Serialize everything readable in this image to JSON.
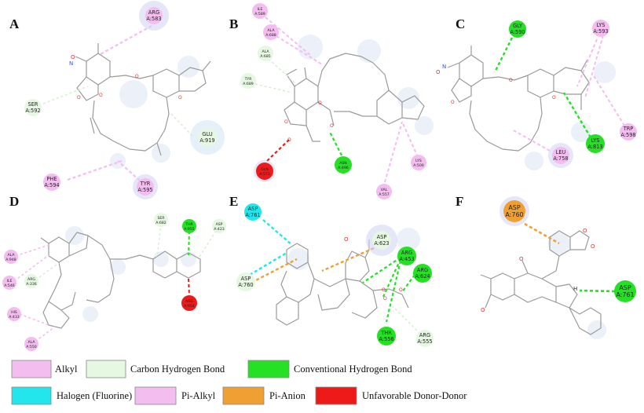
{
  "panels": [
    {
      "id": "A",
      "label": "A"
    },
    {
      "id": "B",
      "label": "B"
    },
    {
      "id": "C",
      "label": "C"
    },
    {
      "id": "D",
      "label": "D"
    },
    {
      "id": "E",
      "label": "E"
    },
    {
      "id": "F",
      "label": "F"
    }
  ],
  "colors": {
    "alkyl": "#f4bdf0",
    "carbon_hydrogen_bond": "#e6f7e2",
    "conventional_hydrogen_bond": "#26e026",
    "halogen_fluorine": "#22e6ec",
    "pi_alkyl": "#f4bdf0",
    "pi_anion": "#f0a033",
    "unfavorable_donor_donor": "#ee1a1a"
  },
  "residues": {
    "A": [
      {
        "name": "ARG",
        "num": "A:583",
        "type": "alkyl"
      },
      {
        "name": "SER",
        "num": "A:592",
        "type": "carbon_hydrogen_bond"
      },
      {
        "name": "GLU",
        "num": "A:919",
        "type": "carbon_hydrogen_bond"
      },
      {
        "name": "PHE",
        "num": "A:594",
        "type": "pi_alkyl"
      },
      {
        "name": "TYR",
        "num": "A:595",
        "type": "pi_alkyl"
      }
    ],
    "B": [
      {
        "name": "ILE",
        "num": "A:589",
        "type": "alkyl"
      },
      {
        "name": "ALA",
        "num": "A:688",
        "type": "alkyl"
      },
      {
        "name": "ALA",
        "num": "A:685",
        "type": "carbon_hydrogen_bond"
      },
      {
        "name": "TYR",
        "num": "A:689",
        "type": "carbon_hydrogen_bond"
      },
      {
        "name": "GLN",
        "num": "A:573",
        "type": "unfavorable_donor_donor"
      },
      {
        "name": "ASN",
        "num": "A:496",
        "type": "conventional_hydrogen_bond"
      },
      {
        "name": "LYS",
        "num": "A:500",
        "type": "alkyl"
      },
      {
        "name": "VAL",
        "num": "A:557",
        "type": "alkyl"
      }
    ],
    "C": [
      {
        "name": "GLY",
        "num": "A:590",
        "type": "conventional_hydrogen_bond"
      },
      {
        "name": "LYS",
        "num": "A:593",
        "type": "alkyl"
      },
      {
        "name": "TRP",
        "num": "A:598",
        "type": "pi_alkyl"
      },
      {
        "name": "LYS",
        "num": "A:813",
        "type": "conventional_hydrogen_bond"
      },
      {
        "name": "LEU",
        "num": "A:758",
        "type": "alkyl"
      }
    ],
    "D": [
      {
        "name": "SER",
        "num": "A:682",
        "type": "carbon_hydrogen_bond"
      },
      {
        "name": "THR",
        "num": "A:955",
        "type": "conventional_hydrogen_bond"
      },
      {
        "name": "ASP",
        "num": "A:423",
        "type": "carbon_hydrogen_bond"
      },
      {
        "name": "ALA",
        "num": "A:948",
        "type": "alkyl"
      },
      {
        "name": "ILE",
        "num": "A:546",
        "type": "alkyl"
      },
      {
        "name": "ARG",
        "num": "A:336",
        "type": "carbon_hydrogen_bond"
      },
      {
        "name": "HIS",
        "num": "A:433",
        "type": "pi_alkyl"
      },
      {
        "name": "ALA",
        "num": "A:550",
        "type": "alkyl"
      },
      {
        "name": "ARG",
        "num": "A:954",
        "type": "unfavorable_donor_donor"
      }
    ],
    "E": [
      {
        "name": "ASP",
        "num": "A:761",
        "type": "halogen_fluorine"
      },
      {
        "name": "ASP",
        "num": "A:623",
        "type": "pi_anion"
      },
      {
        "name": "ARG",
        "num": "A:453",
        "type": "conventional_hydrogen_bond"
      },
      {
        "name": "ARG",
        "num": "A:624",
        "type": "conventional_hydrogen_bond"
      },
      {
        "name": "ASP",
        "num": "A:760",
        "type": "pi_anion"
      },
      {
        "name": "THR",
        "num": "A:556",
        "type": "conventional_hydrogen_bond"
      },
      {
        "name": "ARG",
        "num": "A:555",
        "type": "carbon_hydrogen_bond"
      }
    ],
    "F": [
      {
        "name": "ASP",
        "num": "A:760",
        "type": "pi_anion"
      },
      {
        "name": "ASP",
        "num": "A:761",
        "type": "conventional_hydrogen_bond"
      }
    ]
  },
  "atoms": {
    "O": "O",
    "N": "N",
    "H": "H"
  },
  "legend": [
    {
      "key": "alkyl",
      "label": "Alkyl"
    },
    {
      "key": "carbon_hydrogen_bond",
      "label": "Carbon Hydrogen Bond"
    },
    {
      "key": "conventional_hydrogen_bond",
      "label": "Conventional Hydrogen Bond"
    },
    {
      "key": "halogen_fluorine",
      "label": "Halogen (Fluorine)"
    },
    {
      "key": "pi_alkyl",
      "label": "Pi-Alkyl"
    },
    {
      "key": "pi_anion",
      "label": "Pi-Anion"
    },
    {
      "key": "unfavorable_donor_donor",
      "label": "Unfavorable Donor-Donor"
    }
  ]
}
